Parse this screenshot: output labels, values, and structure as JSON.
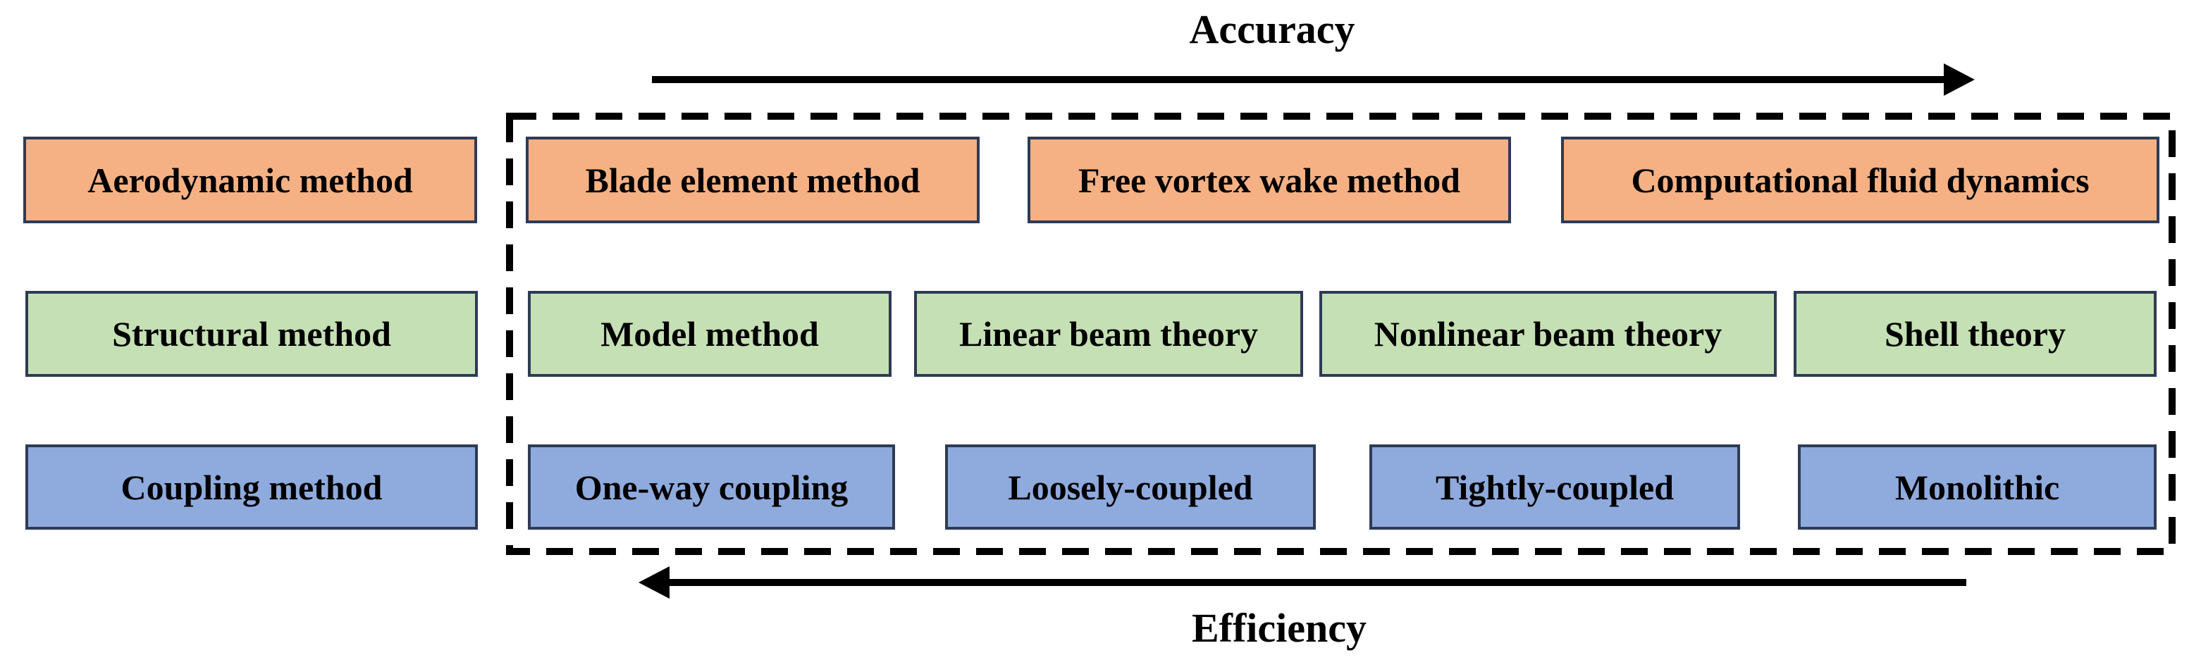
{
  "figure": {
    "top_axis_label": "Accuracy",
    "bottom_axis_label": "Efficiency"
  },
  "rows": [
    {
      "category": "Aerodynamic method",
      "items": [
        "Blade element method",
        "Free vortex wake method",
        "Computational fluid dynamics"
      ]
    },
    {
      "category": "Structural method",
      "items": [
        "Model method",
        "Linear beam theory",
        "Nonlinear beam theory",
        "Shell theory"
      ]
    },
    {
      "category": "Coupling method",
      "items": [
        "One-way coupling",
        "Loosely-coupled",
        "Tightly-coupled",
        "Monolithic"
      ]
    }
  ],
  "colors": {
    "aerodynamic_fill": "#f5b183",
    "structural_fill": "#c5e0b4",
    "coupling_fill": "#8faadc",
    "box_border": "#2e3b55",
    "arrow_and_dash": "#000000",
    "text": "#000000",
    "background": "#ffffff"
  }
}
